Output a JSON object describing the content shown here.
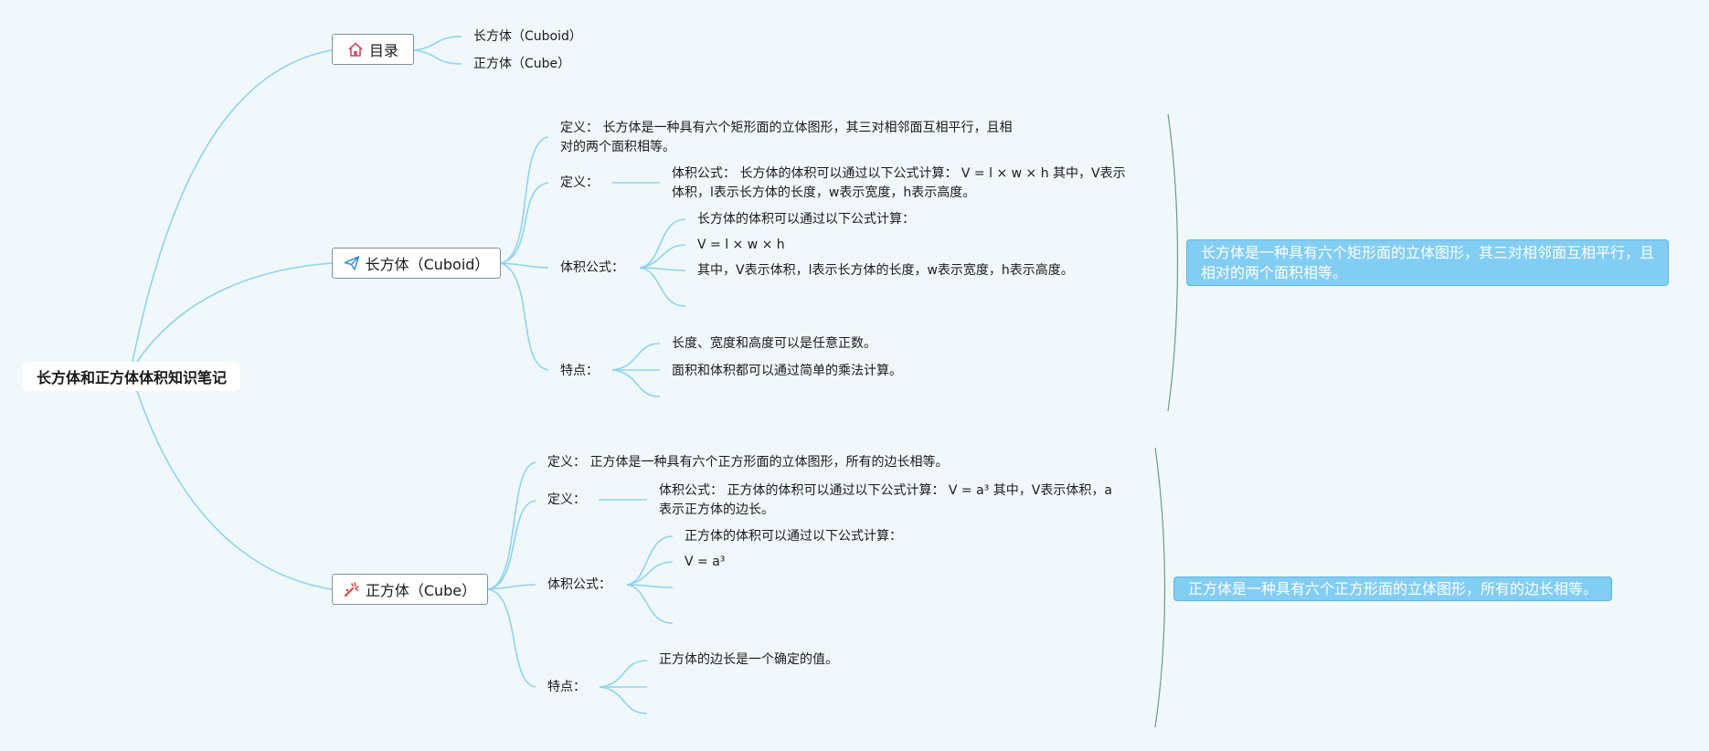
{
  "root": {
    "title": "长方体和正方体体积知识笔记"
  },
  "toc": {
    "label": "目录",
    "icon": "home-icon",
    "items": [
      "长方体（Cuboid）",
      "正方体（Cube）"
    ]
  },
  "cuboid": {
    "label": "长方体（Cuboid）",
    "icon": "paper-plane-icon",
    "definition": "定义： 长方体是一种具有六个矩形面的立体图形，其三对相邻面互相平行，且相对的两个面积相等。",
    "def_label": "定义：",
    "def_detail": "体积公式： 长方体的体积可以通过以下公式计算： V = l × w × h 其中，V表示体积，l表示长方体的长度，w表示宽度，h表示高度。",
    "formula_label": "体积公式：",
    "formula_items": [
      "长方体的体积可以通过以下公式计算：",
      "V = l × w × h",
      "其中，V表示体积，l表示长方体的长度，w表示宽度，h表示高度。"
    ],
    "feature_label": "特点：",
    "feature_items": [
      "长度、宽度和高度可以是任意正数。",
      "面积和体积都可以通过简单的乘法计算。"
    ],
    "summary": "长方体是一种具有六个矩形面的立体图形，其三对相邻面互相平行，且相对的两个面积相等。"
  },
  "cube": {
    "label": "正方体（Cube）",
    "icon": "magic-wand-icon",
    "definition": "定义： 正方体是一种具有六个正方形面的立体图形，所有的边长相等。",
    "def_label": "定义：",
    "def_detail": "体积公式： 正方体的体积可以通过以下公式计算： V = a³ 其中，V表示体积，a表示正方体的边长。",
    "formula_label": "体积公式：",
    "formula_items": [
      "正方体的体积可以通过以下公式计算：",
      "V = a³"
    ],
    "feature_label": "特点：",
    "feature_items": [
      "正方体的边长是一个确定的值。"
    ],
    "summary": "正方体是一种具有六个正方形面的立体图形，所有的边长相等。"
  },
  "colors": {
    "link": "#8fd3ec",
    "summary_bg": "#82cdf3",
    "brace": "#6a9a8c",
    "home_icon": "#d9455f",
    "plane_icon": "#3b8fd8",
    "wand_icon": "#d93b2b"
  }
}
